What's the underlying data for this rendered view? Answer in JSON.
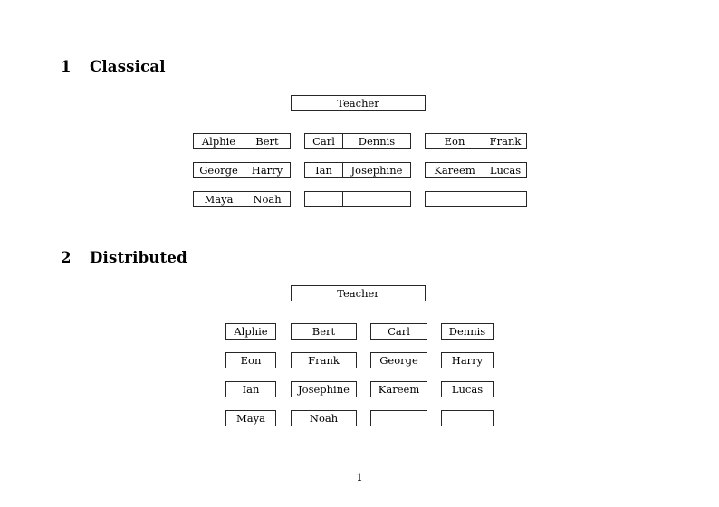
{
  "page": {
    "page_number": "1"
  },
  "sections": [
    {
      "number": "1",
      "title": "Classical",
      "teacher_label": "Teacher",
      "layout": "grouped-pairs",
      "groups": [
        {
          "id": "left",
          "rows": [
            [
              "Alphie",
              "Bert"
            ],
            [
              "George",
              "Harry"
            ],
            [
              "Maya",
              "Noah"
            ]
          ]
        },
        {
          "id": "middle",
          "rows": [
            [
              "Carl",
              "Dennis"
            ],
            [
              "Ian",
              "Josephine"
            ],
            [
              "",
              ""
            ]
          ]
        },
        {
          "id": "right",
          "rows": [
            [
              "Eon",
              "Frank"
            ],
            [
              "Kareem",
              "Lucas"
            ],
            [
              "",
              ""
            ]
          ]
        }
      ]
    },
    {
      "number": "2",
      "title": "Distributed",
      "teacher_label": "Teacher",
      "layout": "single-columns",
      "rows": [
        [
          "Alphie",
          "Bert",
          "Carl",
          "Dennis"
        ],
        [
          "Eon",
          "Frank",
          "George",
          "Harry"
        ],
        [
          "Ian",
          "Josephine",
          "Kareem",
          "Lucas"
        ],
        [
          "Maya",
          "Noah",
          "",
          ""
        ]
      ]
    }
  ],
  "colors": {
    "page_background": "#ffffff",
    "text": "#000000",
    "box_border": "#262626"
  }
}
